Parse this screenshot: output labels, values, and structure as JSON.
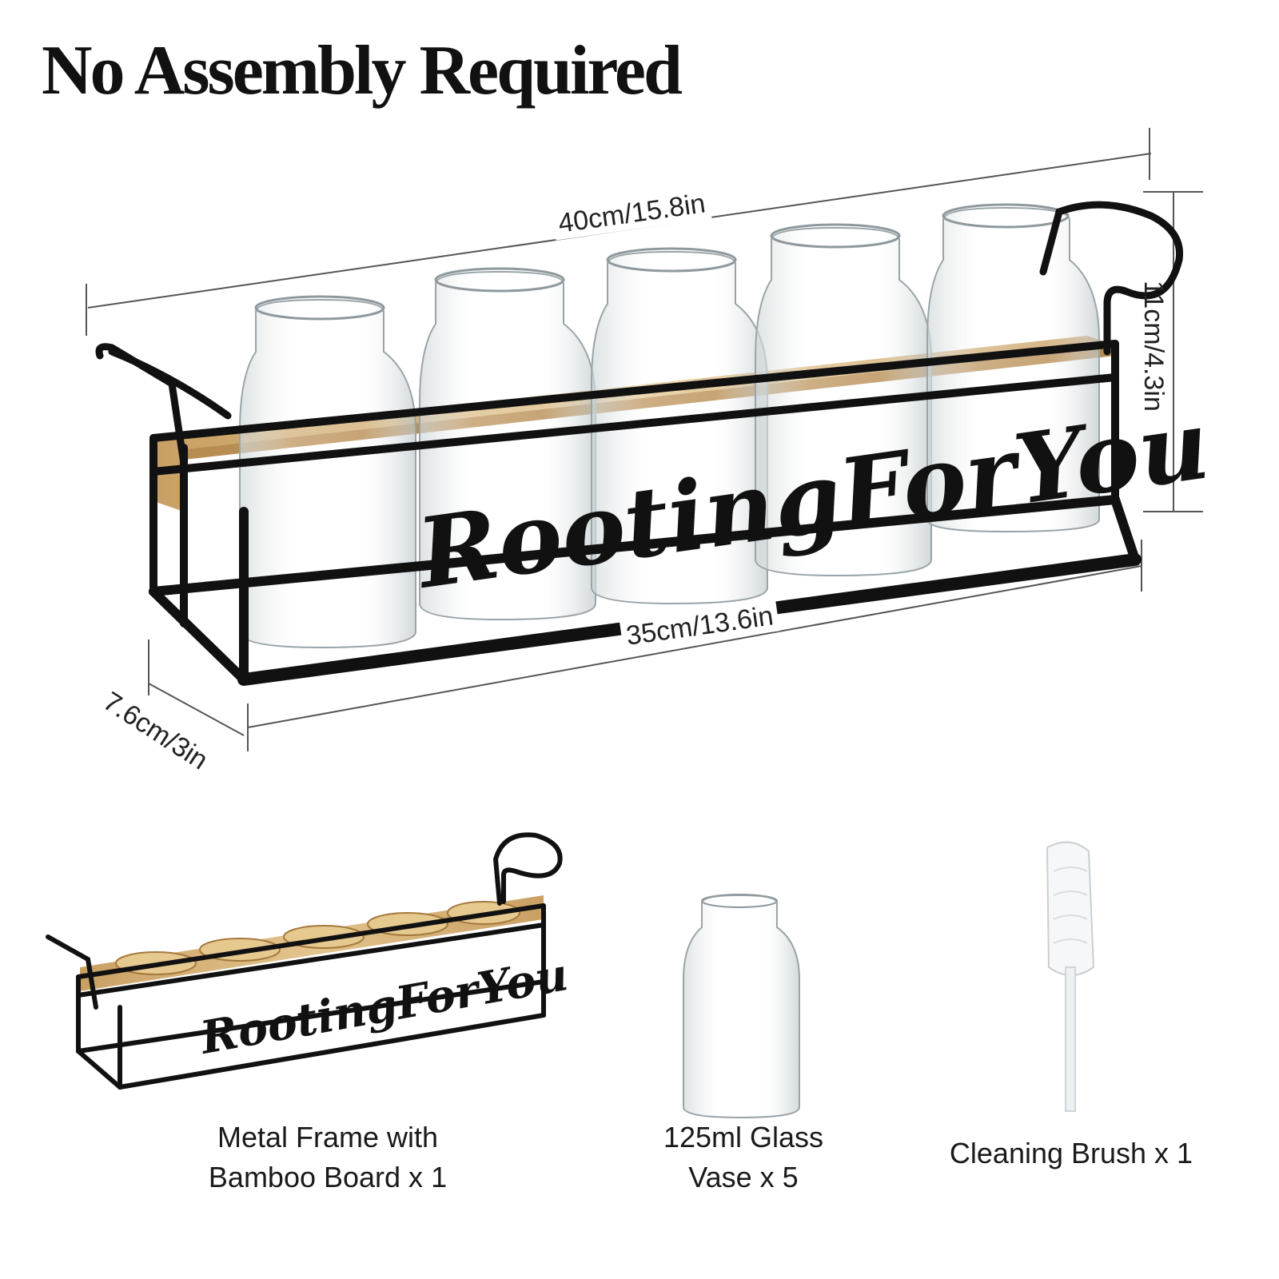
{
  "heading": "No Assembly Required",
  "dimensions": {
    "length_top": "40cm/15.8in",
    "length_bottom": "35cm/13.6in",
    "height": "11cm/4.3in",
    "depth": "7.6cm/3in"
  },
  "engraving": "RootingForYou",
  "items": [
    {
      "line1": "Metal Frame with",
      "line2": "Bamboo Board x 1"
    },
    {
      "line1": "125ml Glass",
      "line2": "Vase x 5"
    },
    {
      "line1": "Cleaning Brush x 1"
    }
  ],
  "colors": {
    "metal": "#111111",
    "bamboo": "#d9b57a",
    "glass": "#e8eef0"
  }
}
